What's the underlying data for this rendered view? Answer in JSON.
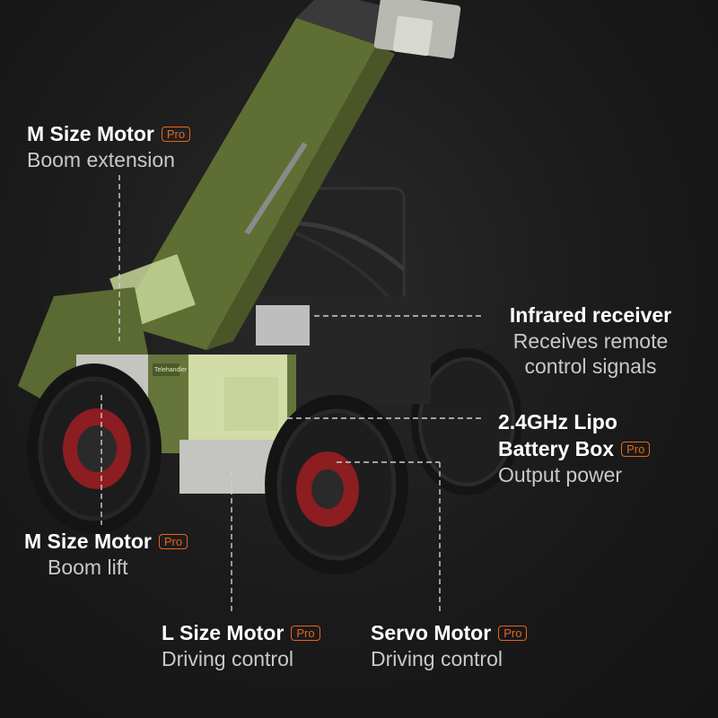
{
  "colors": {
    "background": "#1a1a1a",
    "badge": "#e8641c",
    "title_text": "#ffffff",
    "sub_text": "#c9c9c9",
    "vehicle_green": "#6d7d3a",
    "tire": "#1b1b1b",
    "rim_red": "#a01f22"
  },
  "callouts": {
    "boom_extension": {
      "title": "M Size Motor",
      "badge": "Pro",
      "sub": "Boom extension"
    },
    "infrared_receiver": {
      "title": "Infrared receiver",
      "sub1": "Receives remote",
      "sub2": "control signals"
    },
    "battery_box": {
      "title1": "2.4GHz Lipo",
      "title2": "Battery Box",
      "badge": "Pro",
      "sub": "Output power"
    },
    "boom_lift": {
      "title": "M Size Motor",
      "badge": "Pro",
      "sub": "Boom lift"
    },
    "l_motor": {
      "title": "L Size Motor",
      "badge": "Pro",
      "sub": "Driving control"
    },
    "servo_motor": {
      "title": "Servo Motor",
      "badge": "Pro",
      "sub": "Driving control"
    }
  },
  "vehicle": {
    "side_label": "Telehandler"
  }
}
